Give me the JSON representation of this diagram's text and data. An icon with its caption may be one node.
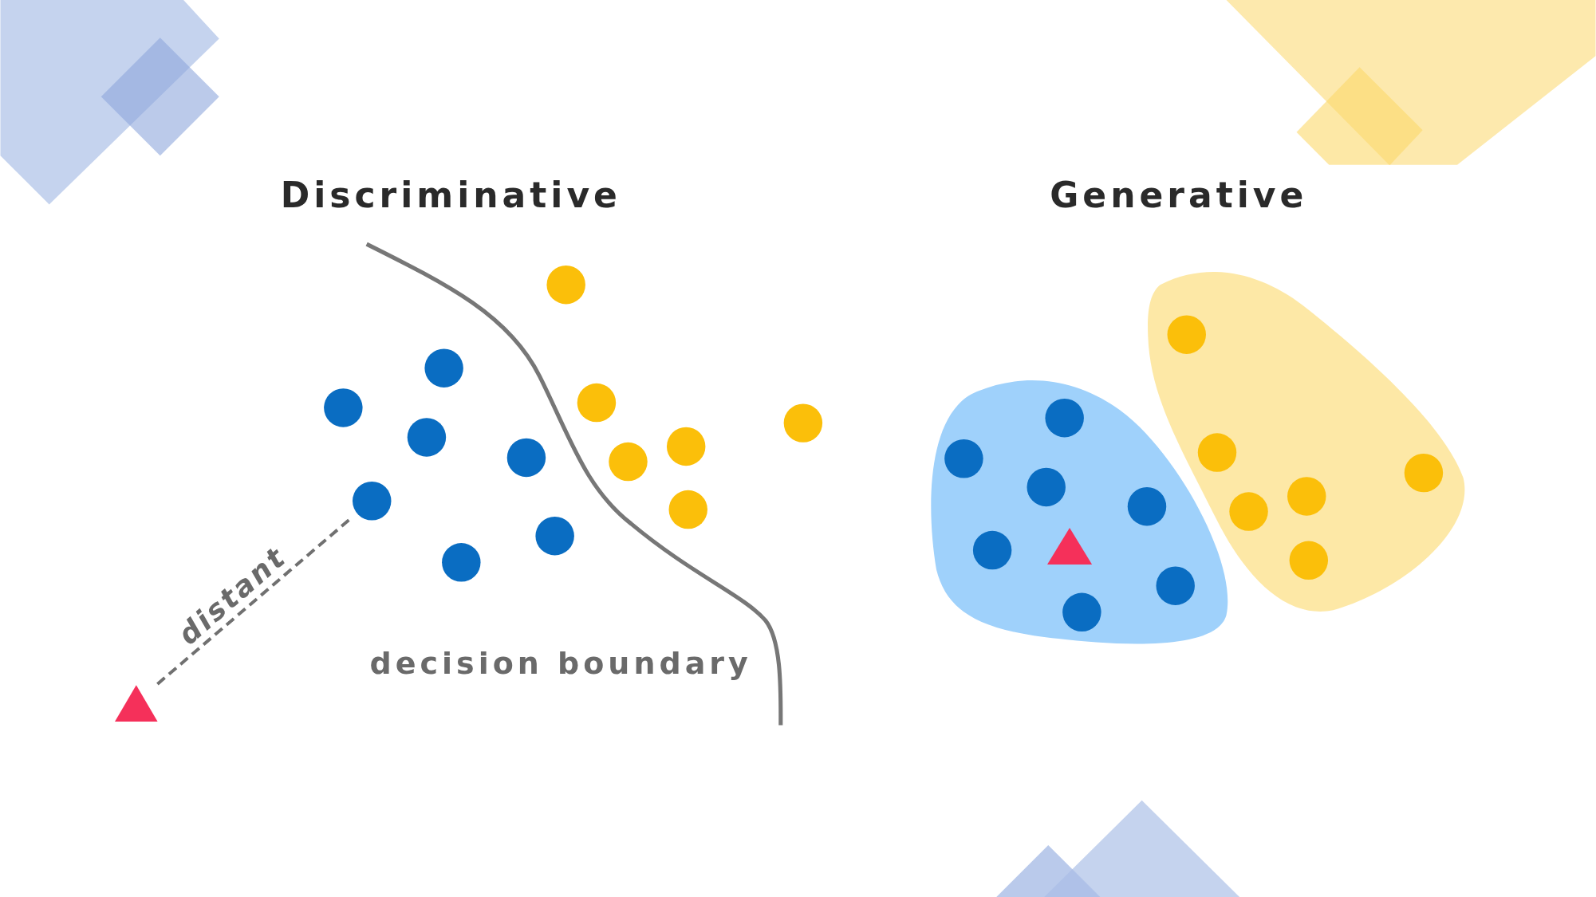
{
  "diagram": {
    "nodes": [
      {
        "text": [],
        "shape": "circle"
      },
      {
        "text": [],
        "shape": "triangle"
      }
    ],
    "edges": [
      {
        "from": 1,
        "to": 0,
        "arrow": "none",
        "label": "distant",
        "style": "dashed"
      }
    ],
    "labels": [
      "Discriminative",
      "Generative",
      "decision boundary"
    ]
  }
}
